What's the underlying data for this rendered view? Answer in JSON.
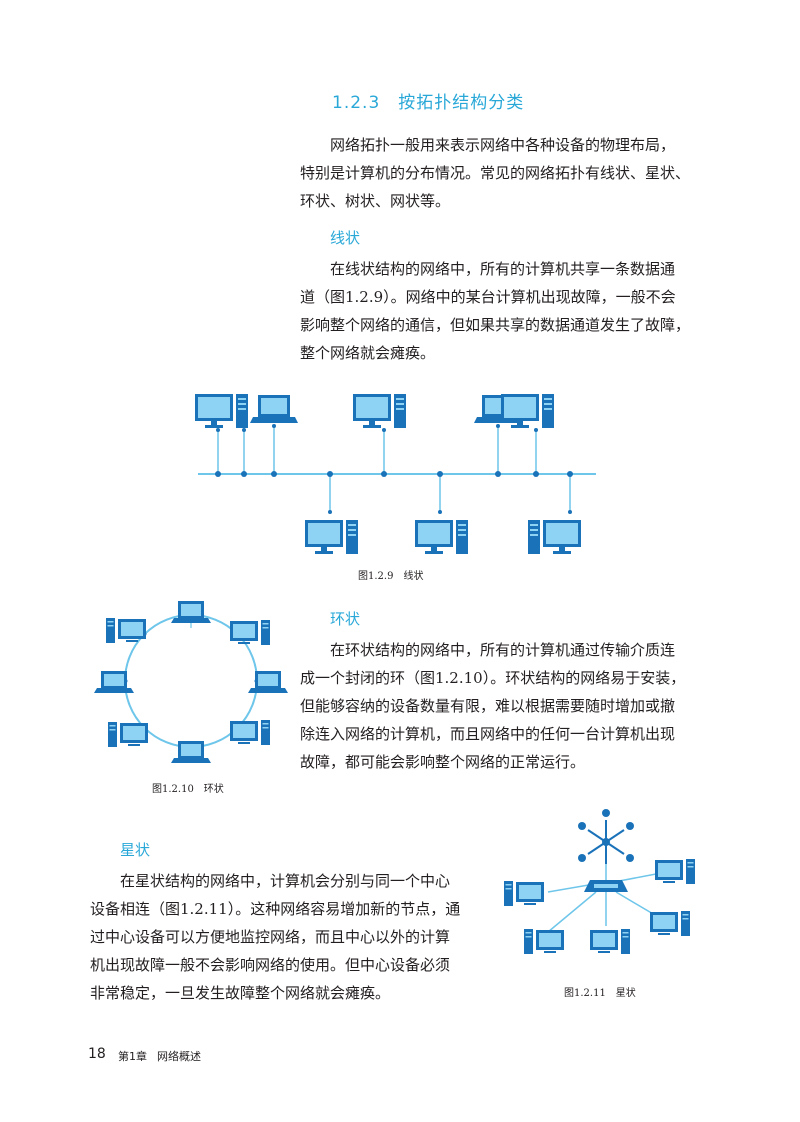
{
  "section": {
    "number": "1.2.3",
    "title": "按拓扑结构分类"
  },
  "intro": [
    "网络拓扑一般用来表示网络中各种设备的物理布局，",
    "特别是计算机的分布情况。常见的网络拓扑有线状、星状、",
    "环状、树状、网状等。"
  ],
  "linear": {
    "heading": "线状",
    "lines": [
      "在线状结构的网络中，所有的计算机共享一条数据通",
      "道（图1.2.9）。网络中的某台计算机出现故障，一般不会",
      "影响整个网络的通信，但如果共享的数据通道发生了故障，",
      "整个网络就会瘫痪。"
    ],
    "caption": "图1.2.9　线状"
  },
  "ring": {
    "heading": "环状",
    "lines": [
      "在环状结构的网络中，所有的计算机通过传输介质连",
      "成一个封闭的环（图1.2.10）。环状结构的网络易于安装，",
      "但能够容纳的设备数量有限，难以根据需要随时增加或撤",
      "除连入网络的计算机，而且网络中的任何一台计算机出现",
      "故障，都可能会影响整个网络的正常运行。"
    ],
    "caption": "图1.2.10　环状"
  },
  "star": {
    "heading": "星状",
    "lines": [
      "在星状结构的网络中，计算机会分别与同一个中心",
      "设备相连（图1.2.11）。这种网络容易增加新的节点，通",
      "过中心设备可以方便地监控网络，而且中心以外的计算",
      "机出现故障一般不会影响网络的使用。但中心设备必须",
      "非常稳定，一旦发生故障整个网络就会瘫痪。"
    ],
    "caption": "图1.2.11　星状"
  },
  "footer": {
    "page": "18",
    "chapter": "第1章",
    "chapter_title": "网络概述"
  },
  "colors": {
    "accent": "#29a8d8",
    "device": "#1a72b8",
    "screen": "#8fd3f4",
    "line": "#6ec6ea"
  }
}
